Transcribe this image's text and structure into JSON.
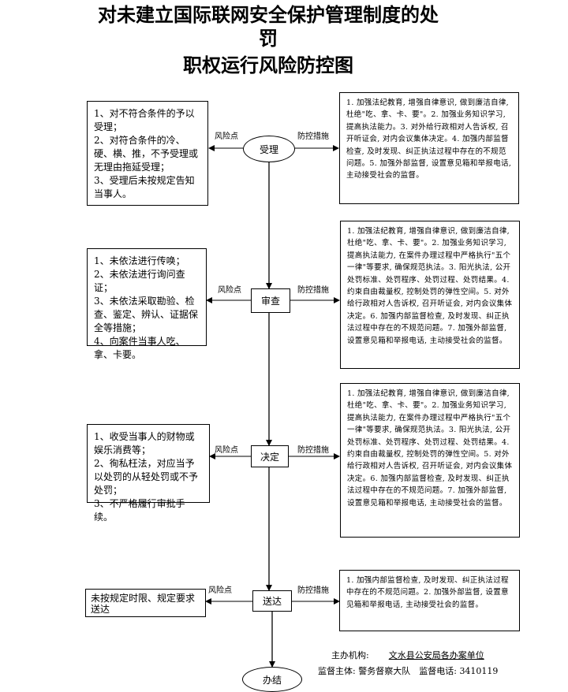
{
  "title": {
    "line1": "对未建立国际联网安全保护管理制度的处",
    "line2": "罚",
    "line3": "职权运行风险防控图"
  },
  "labels": {
    "risk": "风险点",
    "control": "防控措施"
  },
  "stages": [
    {
      "name": "受理",
      "risks": [
        "1、对不符合条件的予以受理；",
        "2、对符合条件的冷、硬、横、推，不予受理或无理由拖延受理；",
        "3、受理后未按规定告知当事人。"
      ],
      "measures": "1. 加强法纪教育, 增强自律意识, 做到廉洁自律, 杜绝\"吃、拿、卡、要\"。2. 加强业务知识学习, 提高执法能力。3. 对外给行政相对人告诉权, 召开听证会, 对内会议集体决定。4. 加强内部监督检查, 及时发现、纠正执法过程中存在的不规范问题。5. 加强外部监督, 设置意见箱和举报电话, 主动接受社会的监督。"
    },
    {
      "name": "审查",
      "risks": [
        "1、未依法进行传唤；",
        "2、未依法进行询问查证；",
        "3、未依法采取勘验、检查、鉴定、辨认、证据保全等措施；",
        "4、向案件当事人吃、拿、卡要。"
      ],
      "measures": "1. 加强法纪教育, 增强自律意识, 做到廉洁自律, 杜绝\"吃、拿、卡、要\"。2. 加强业务知识学习, 提高执法能力, 在案件办理过程中严格执行\"五个一律\"等要求, 确保规范执法。3. 阳光执法, 公开处罚标准、处罚程序、处罚过程、处罚结果。4. 约束自由裁量权, 控制处罚的弹性空间。5. 对外给行政相对人告诉权, 召开听证会, 对内会议集体决定。6. 加强内部监督检查, 及时发现、纠正执法过程中存在的不规范问题。7. 加强外部监督, 设置意见箱和举报电话, 主动接受社会的监督。"
    },
    {
      "name": "决定",
      "risks": [
        "1、收受当事人的财物或娱乐消费等；",
        "2、徇私枉法，对应当予以处罚的从轻处罚或不予处罚；",
        "3、不严格履行审批手续。"
      ],
      "measures": "1. 加强法纪教育, 增强自律意识, 做到廉洁自律, 杜绝\"吃、拿、卡、要\"。2. 加强业务知识学习, 提高执法能力, 在案件办理过程中严格执行\"五个一律\"等要求, 确保规范执法。3. 阳光执法, 公开处罚标准、处罚程序、处罚过程、处罚结果。4. 约束自由裁量权, 控制处罚的弹性空间。5. 对外给行政相对人告诉权, 召开听证会, 对内会议集体决定。6. 加强内部监督检查, 及时发现、纠正执法过程中存在的不规范问题。7. 加强外部监督, 设置意见箱和举报电话, 主动接受社会的监督。"
    },
    {
      "name": "送达",
      "risks": [
        "未按规定时限、规定要求送达"
      ],
      "measures": "1. 加强内部监督检查, 及时发现、纠正执法过程中存在的不规范问题。2. 加强外部监督, 设置意见箱和举报电话, 主动接受社会的监督。"
    }
  ],
  "end_stage": "办结",
  "footer": {
    "host_label": "主办机构:",
    "host_value": "文水县公安局各办案单位",
    "supervisor_label": "监督主体:",
    "supervisor_value": "警务督察大队",
    "phone_label": "监督电话:",
    "phone_value": "3410119"
  }
}
